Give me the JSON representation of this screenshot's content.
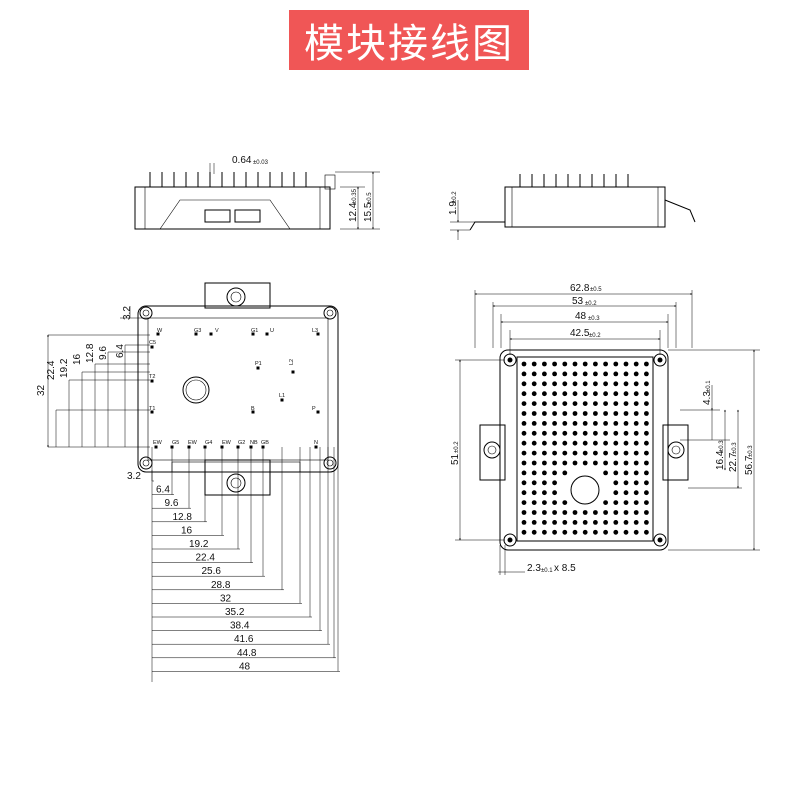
{
  "title": "模块接线图",
  "side_view": {
    "pin_width": "0.64",
    "pin_width_tol": "±0.03",
    "body_height": "12.4",
    "body_height_tol": "±0.35",
    "total_height": "15.5",
    "total_height_tol": "±0.5"
  },
  "end_view": {
    "lead_height": "1.9",
    "lead_height_tol": "±0.2"
  },
  "pin_labels": {
    "w": "W",
    "g3": "G3",
    "v": "V",
    "g1": "G1",
    "u": "U",
    "l3": "L3",
    "c5": "C5",
    "p1": "P1",
    "t2": "T2",
    "l2": "L2",
    "t1": "T1",
    "b": "B",
    "l1": "L1",
    "p": "P",
    "b1": "EW",
    "b2": "G5",
    "b3": "EW",
    "b4": "G4",
    "b5": "EW",
    "b6": "G2",
    "b7": "NB",
    "b8": "GB",
    "n": "N"
  },
  "left_dims": {
    "top": "3.2",
    "v1": "6.4",
    "v2": "9.6",
    "v3": "12.8",
    "v4": "16",
    "v5": "19.2",
    "v6": "22.4",
    "v7": "32"
  },
  "bottom_dims": [
    "3.2",
    "6.4",
    "9.6",
    "12.8",
    "16",
    "19.2",
    "22.4",
    "25.6",
    "28.8",
    "32",
    "35.2",
    "38.4",
    "41.6",
    "44.8",
    "48"
  ],
  "bottom_view": {
    "w1": "62.8",
    "w1_tol": "±0.5",
    "w2": "53",
    "w2_tol": "±0.2",
    "w3": "48",
    "w3_tol": "±0.3",
    "w4": "42.5",
    "w4_tol": "±0.2",
    "h_left": "51",
    "h_left_tol": "±0.2",
    "r1": "4.3",
    "r1_tol": "±0.1",
    "r2": "16.4",
    "r2_tol": "±0.3",
    "r3": "22.7",
    "r3_tol": "±0.3",
    "r4": "56.7",
    "r4_tol": "±0.3",
    "slot": "2.3",
    "slot_tol": "±0.1",
    "slot_x": "x 8.5"
  }
}
